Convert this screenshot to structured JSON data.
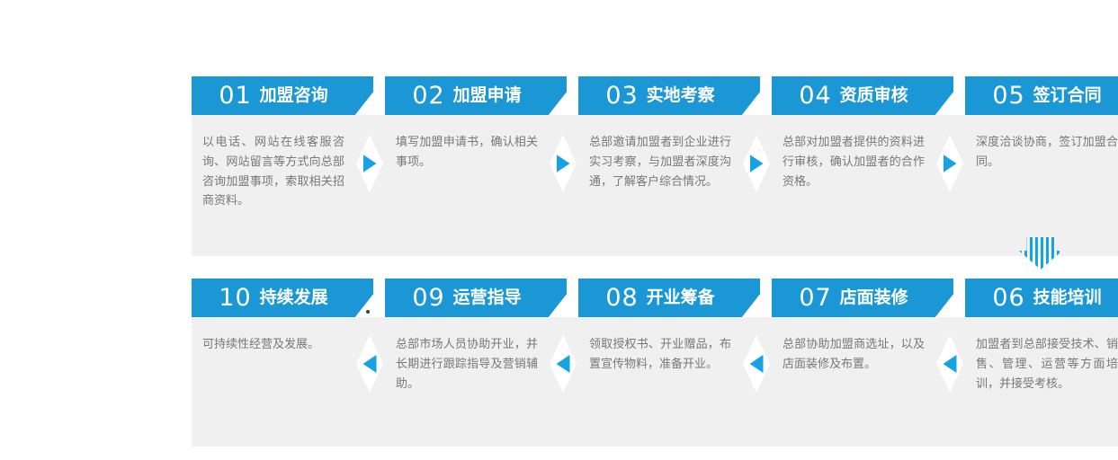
{
  "process": {
    "colors": {
      "header_blue": "#1b97d6",
      "arrow_blue": "#16a3e4",
      "body_gray": "#f0f0f0",
      "text_gray": "#777777"
    },
    "rows": [
      {
        "arrow_direction": "right",
        "steps": [
          {
            "number": "01",
            "title": "加盟咨询",
            "description": "以电话、网站在线客服咨询、网站留言等方式向总部咨询加盟事项，索取相关招商资料。"
          },
          {
            "number": "02",
            "title": "加盟申请",
            "description": "填写加盟申请书，确认相关事项。"
          },
          {
            "number": "03",
            "title": "实地考察",
            "description": "总部邀请加盟者到企业进行实习考察，与加盟者深度沟通，了解客户综合情况。"
          },
          {
            "number": "04",
            "title": "资质审核",
            "description": "总部对加盟者提供的资料进行审核，确认加盟者的合作资格。"
          },
          {
            "number": "05",
            "title": "签订合同",
            "description": "深度洽谈协商，签订加盟合同。"
          }
        ]
      },
      {
        "arrow_direction": "left",
        "steps": [
          {
            "number": "10",
            "title": "持续发展",
            "description": "可持续性经营及发展。"
          },
          {
            "number": "09",
            "title": "运营指导",
            "description": "总部市场人员协助开业，并长期进行跟踪指导及营销辅助。"
          },
          {
            "number": "08",
            "title": "开业筹备",
            "description": "领取授权书、开业赠品，布置宣传物料，准备开业。"
          },
          {
            "number": "07",
            "title": "店面装修",
            "description": "总部协助加盟商选址，以及店面装修及布置。"
          },
          {
            "number": "06",
            "title": "技能培训",
            "description": "加盟者到总部接受技术、销售、管理、运营等方面培训，并接受考核。"
          }
        ]
      }
    ]
  }
}
